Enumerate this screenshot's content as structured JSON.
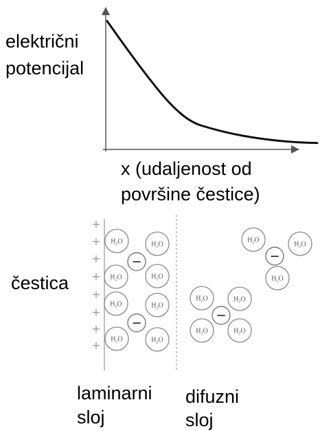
{
  "labels": {
    "y_axis_line1": "električni",
    "y_axis_line2": "potencijal",
    "x_axis_line1": "x (udaljenost od",
    "x_axis_line2": "površine čestice)",
    "particle": "čestica",
    "laminar_line1": "laminarni",
    "laminar_line2": "sloj",
    "diffuse_line1": "difuzni",
    "diffuse_line2": "sloj"
  },
  "chart_data": {
    "type": "line",
    "title": "",
    "xlabel": "x (udaljenost od površine čestice)",
    "ylabel": "električni potencijal",
    "x": [
      0,
      1,
      2,
      3,
      4,
      5,
      6,
      7,
      8,
      9,
      10
    ],
    "series": [
      {
        "values": [
          100,
          77,
          55,
          35,
          21,
          16,
          12,
          9,
          7,
          5.5,
          5
        ]
      }
    ],
    "xlim": [
      0,
      10
    ],
    "ylim": [
      0,
      110
    ],
    "grid": false,
    "legend": "none"
  },
  "molecule": {
    "label": "H2O",
    "ion_sign": "−"
  },
  "particle_surface": {
    "charge_sign": "+",
    "charge_count": 8
  }
}
